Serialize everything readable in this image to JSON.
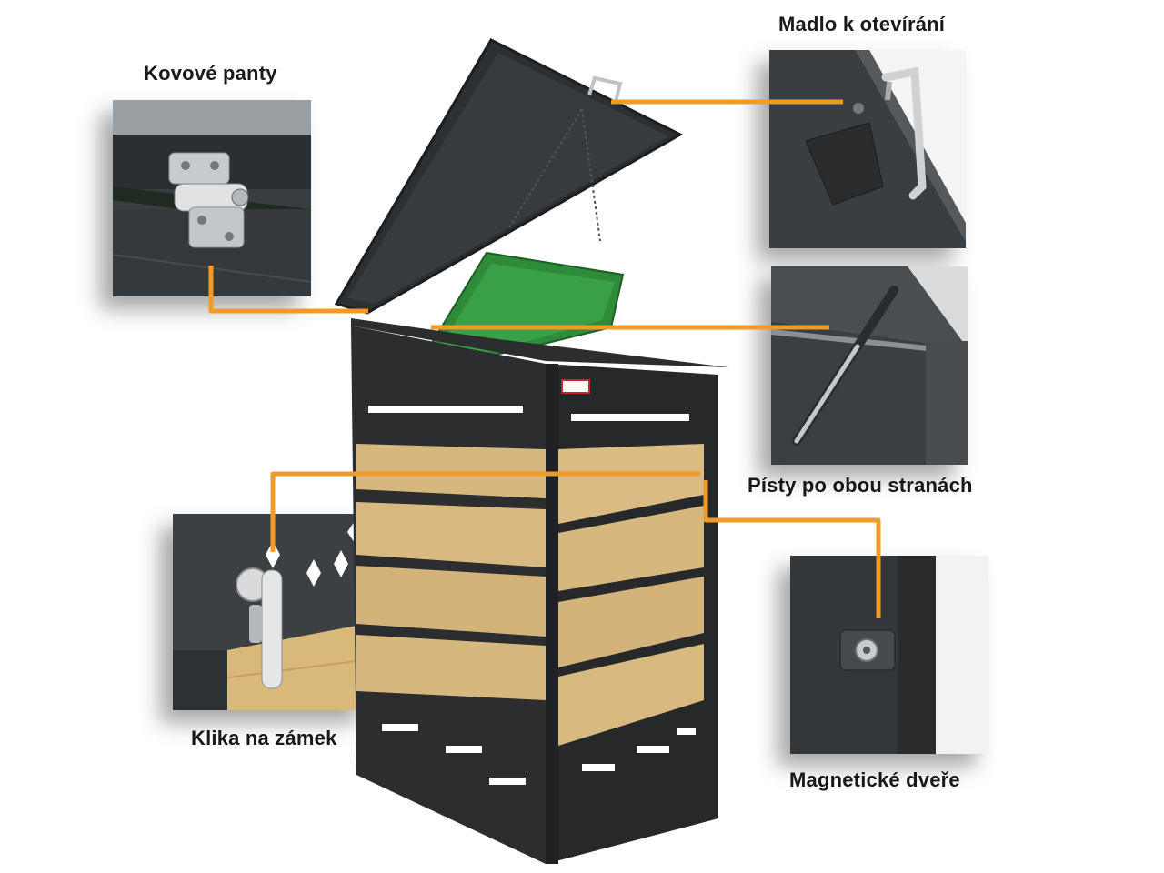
{
  "callouts": {
    "hinges": "Kovové panty",
    "handle": "Madlo k otevírání",
    "pistons": "Písty po obou stranách",
    "lock": "Klika na zámek",
    "magnetic": "Magnetické dveře"
  },
  "badge_text": "",
  "colors": {
    "accent": "#F29A26",
    "frame": "#2B2D2F",
    "wood": "#D6B77E",
    "lid_green": "#2E8B3A",
    "background": "#FFFFFF"
  }
}
